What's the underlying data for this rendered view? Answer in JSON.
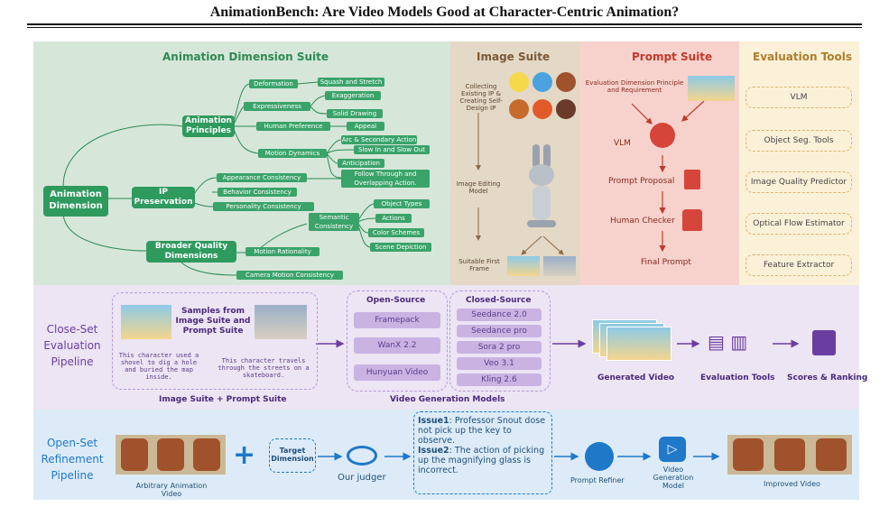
{
  "title": "AnimationBench: Are Video Models Good at Character-Centric Animation?",
  "animation_suite": {
    "header": "Animation Dimension Suite",
    "root": "Animation Dimension",
    "principles": "Animation Principles",
    "ip": "IP Preservation",
    "broader": "Broader Quality Dimensions",
    "deformation": "Deformation",
    "squash": "Squash and Stretch",
    "expressiveness": "Expressiveness",
    "exaggeration": "Exaggeration",
    "solid": "Solid Drawing",
    "human_pref": "Human Preference",
    "appeal": "Appeal",
    "motion_dyn": "Motion Dynamics",
    "arc": "Arc & Secondary Action",
    "slow": "Slow In and Slow Out",
    "anticipation": "Anticipation",
    "follow": "Follow Through and Overlapping Action.",
    "appearance": "Appearance Consistency",
    "behavior": "Behavior Consistency",
    "personality": "Personality Consistency",
    "semantic": "Semantic Consistency",
    "object_types": "Object Types",
    "actions": "Actions",
    "color": "Color Schemes",
    "scene": "Scene Depiction",
    "motion_rat": "Motion Rationality",
    "camera": "Camera Motion Consistency"
  },
  "image_suite": {
    "header": "Image Suite",
    "collect": "Collecting Existing IP & Creating Self-Design IP",
    "editing": "Image Editing Model",
    "suitable": "Suitable First Frame"
  },
  "prompt_suite": {
    "header": "Prompt Suite",
    "principle": "Evaluation Dimension Principle and Requirement",
    "vlm": "VLM",
    "proposal": "Prompt Proposal",
    "checker": "Human Checker",
    "final": "Final Prompt"
  },
  "eval_tools": {
    "header": "Evaluation Tools",
    "items": [
      "VLM",
      "Object Seg. Tools",
      "Image Quality Predictor",
      "Optical Flow Estimator",
      "Feature Extractor"
    ]
  },
  "close_set": {
    "label": "Close-Set Evaluation Pipeline",
    "samples": "Samples from Image Suite and Prompt Suite",
    "caption1": "This character used a shovel to dig a hole and buried the map inside.",
    "caption2": "This character travels through the streets on a skateboard.",
    "suite_label": "Image Suite + Prompt Suite",
    "open_source_title": "Open-Source",
    "open_source": [
      "Framepack",
      "WanX 2.2",
      "Hunyuan Video"
    ],
    "closed_source_title": "Closed-Source",
    "closed_source": [
      "Seedance 2.0",
      "Seedance pro",
      "Sora 2 pro",
      "Veo 3.1",
      "Kling 2.6"
    ],
    "models_label": "Video Generation Models",
    "generated": "Generated Video",
    "tools": "Evaluation Tools",
    "scores": "Scores & Ranking"
  },
  "open_set": {
    "label": "Open-Set Refinement Pipeline",
    "arbitrary": "Arbitrary Animation Video",
    "target": "Target Dimension",
    "judger": "Our judger",
    "issue1_label": "Issue1",
    "issue1": ": Professor Snout dose not pick up the key to observe.",
    "issue2_label": "Issue2",
    "issue2": ": The action of picking up the magnifying glass is incorrect.",
    "refiner": "Prompt Refiner",
    "vgm": "Video Generation Model",
    "improved": "Improved Video"
  },
  "colors": {
    "green_bg": "#d6e6d9",
    "tan_bg": "#e4d8c6",
    "pink_bg": "#f7d2cc",
    "cream_bg": "#fbf1d9",
    "lavender_bg": "#ede4f4",
    "blue_bg": "#dcebf7",
    "node_green": "#3aa36a",
    "purple": "#6a3ea1",
    "blue": "#1f78c8"
  }
}
